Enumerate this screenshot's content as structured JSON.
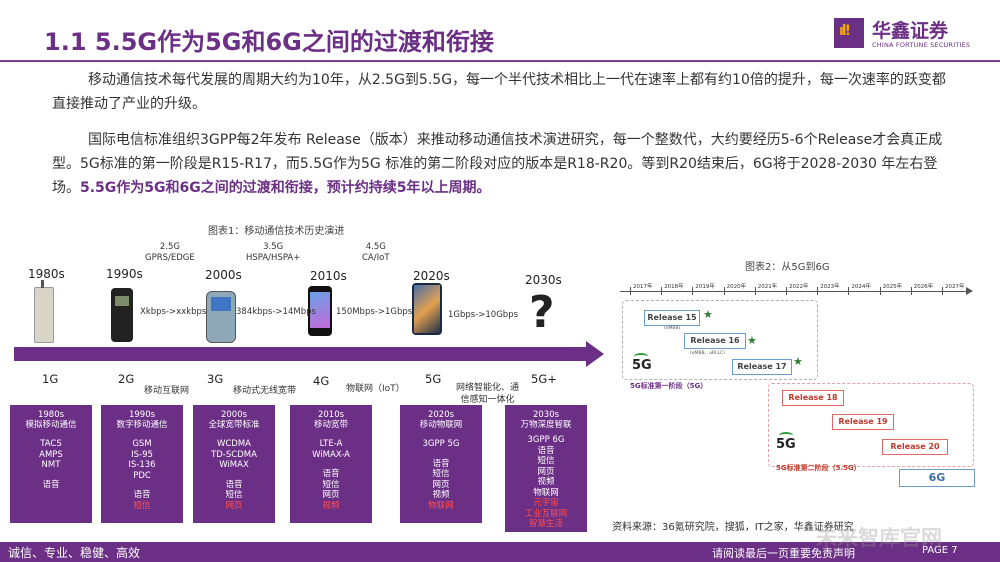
{
  "header": {
    "title": "1.1 5.5G作为5G和6G之间的过渡和衔接",
    "logo_cn": "华鑫证券",
    "logo_en": "CHINA FORTUNE SECURITIES"
  },
  "body": {
    "p1": "移动通信技术每代发展的周期大约为10年，从2.5G到5.5G，每一个半代技术相比上一代在速率上都有约10倍的提升，每一次速率的跃变都直接推动了产业的升级。",
    "p2_plain": "国际电信标准组织3GPP每2年发布 Release（版本）来推动移动通信技术演进研究，每一个整数代，大约要经历5-6个Release才会真正成型。5G标准的第一阶段是R15-R17，而5.5G作为5G 标准的第二阶段对应的版本是R18-R20。等到R20结束后，6G将于2028-2030 年左右登场。",
    "p2_highlight": "5.5G作为5G和6G之间的过渡和衔接，预计约持续5年以上周期。"
  },
  "figure1": {
    "caption": "图表1：移动通信技术历史演进",
    "eras": [
      "1980s",
      "1990s",
      "2000s",
      "2010s",
      "2020s",
      "2030s"
    ],
    "std_top": [
      {
        "l1": "2.5G",
        "l2": "GPRS/EDGE"
      },
      {
        "l1": "3.5G",
        "l2": "HSPA/HSPA+"
      },
      {
        "l1": "4.5G",
        "l2": "CA/IoT"
      }
    ],
    "speeds": [
      "Xkbps->xxkbps",
      "384kbps->14Mbps",
      "150Mbps->1Gbps",
      "1Gbps->10Gbps"
    ],
    "gens": [
      "1G",
      "2G",
      "3G",
      "4G",
      "5G",
      "5G+"
    ],
    "features": [
      "移动互联网",
      "移动式无线宽带",
      "物联网（IoT）",
      "网络智能化、通",
      "信感知一体化"
    ],
    "cards": [
      {
        "t1": "1980s",
        "t2": "模拟移动通信",
        "lines": [
          "TACS",
          "AMPS",
          "NMT"
        ],
        "apps": [
          "语音"
        ]
      },
      {
        "t1": "1990s",
        "t2": "数字移动通信",
        "lines": [
          "GSM",
          "IS-95",
          "IS-136",
          "PDC"
        ],
        "apps": [
          "语音",
          "短信"
        ]
      },
      {
        "t1": "2000s",
        "t2": "全球宽带标准",
        "lines": [
          "WCDMA",
          "TD-SCDMA",
          "WiMAX"
        ],
        "apps": [
          "语音",
          "短信",
          "网页"
        ]
      },
      {
        "t1": "2010s",
        "t2": "移动宽带",
        "lines": [
          "LTE-A",
          "WiMAX-A"
        ],
        "apps": [
          "语音",
          "短信",
          "网页",
          "视频"
        ]
      },
      {
        "t1": "2020s",
        "t2": "移动物联网",
        "lines": [
          "3GPP 5G"
        ],
        "apps": [
          "语音",
          "短信",
          "网页",
          "视频",
          "物联网"
        ]
      },
      {
        "t1": "2030s",
        "t2": "万物深度智联",
        "lines": [
          "3GPP 6G"
        ],
        "apps": [
          "语音",
          "短信",
          "网页",
          "视频",
          "物联网",
          "元宇宙",
          "工业互联网",
          "智慧生活"
        ]
      }
    ]
  },
  "figure2": {
    "caption": "图表2：从5G到6G",
    "years": [
      "2017年",
      "2018年",
      "2019年",
      "2020年",
      "2021年",
      "2022年",
      "2023年",
      "2024年",
      "2025年",
      "2026年",
      "2027年"
    ],
    "releases": [
      "Release 15",
      "Release 16",
      "Release 17",
      "Release 18",
      "Release 19",
      "Release 20"
    ],
    "rel15_sub": "(eMBB)",
    "rel16_sub": "(eMBB、uRLLC)",
    "five_g": "5G",
    "phase1": "5G标准第一阶段（5G）",
    "phase2": "5G标准第二阶段（5.5G）",
    "six_g": "6G"
  },
  "source": "资料来源：36氪研究院，搜狐，IT之家，华鑫证券研究",
  "footer": {
    "left": "诚信、专业、稳健、高效",
    "right": "请阅读最后一页重要免责声明",
    "page": "PAGE 7"
  },
  "watermark": "未来智库官网",
  "colors": {
    "brand": "#6b2f86",
    "accent_red": "#e06868",
    "accent_blue": "#6b9bd1"
  }
}
